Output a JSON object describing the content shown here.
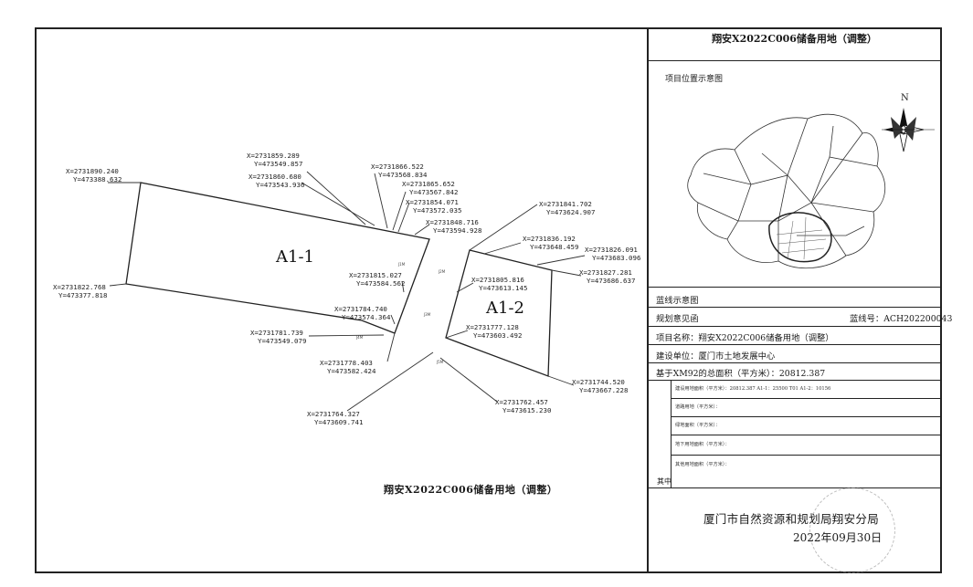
{
  "map_title": "翔安X2022C006储备用地（调整）",
  "parcels": [
    "A1-1",
    "A1-2"
  ],
  "coords": [
    {
      "x": "X=2731890.240",
      "y": "Y=473388.632"
    },
    {
      "x": "X=2731822.768",
      "y": "Y=473377.818"
    },
    {
      "x": "X=2731859.289",
      "y": "Y=473549.857"
    },
    {
      "x": "X=2731860.680",
      "y": "Y=473543.936"
    },
    {
      "x": "X=2731866.522",
      "y": "Y=473568.834"
    },
    {
      "x": "X=2731865.652",
      "y": "Y=473567.842"
    },
    {
      "x": "X=2731854.071",
      "y": "Y=473572.035"
    },
    {
      "x": "X=2731848.716",
      "y": "Y=473594.928"
    },
    {
      "x": "X=2731815.027",
      "y": "Y=473584.562"
    },
    {
      "x": "X=2731784.740",
      "y": "Y=473574.364"
    },
    {
      "x": "X=2731781.739",
      "y": "Y=473549.079"
    },
    {
      "x": "X=2731778.403",
      "y": "Y=473582.424"
    },
    {
      "x": "X=2731764.327",
      "y": "Y=473609.741"
    },
    {
      "x": "X=2731841.702",
      "y": "Y=473624.907"
    },
    {
      "x": "X=2731836.192",
      "y": "Y=473648.459"
    },
    {
      "x": "X=2731826.091",
      "y": "Y=473683.096"
    },
    {
      "x": "X=2731827.281",
      "y": "Y=473686.637"
    },
    {
      "x": "X=2731805.816",
      "y": "Y=473613.145"
    },
    {
      "x": "X=2731777.128",
      "y": "Y=473603.492"
    },
    {
      "x": "X=2731744.520",
      "y": "Y=473667.228"
    },
    {
      "x": "X=2731762.457",
      "y": "Y=473615.230"
    }
  ],
  "panel": {
    "title": "翔安X2022C006储备用地（调整）",
    "location_map_label": "项目位置示意图",
    "north_label": "N",
    "redline_label": "蓝线示意图",
    "opinion_label": "规划意见函",
    "doc_no": "蓝线号：ACH202200043",
    "project_name": "项目名称：翔安X2022C006储备用地（调整）",
    "unit": "建设单位：厦门市土地发展中心",
    "total_area": "基于XM92的总面积（平方米）：20812.387",
    "also_label": "其中",
    "sub_rows": [
      "建设用地面积（平方米）：20812.387  A1-1：25500  T01  A1-2：10156",
      "道路用地（平方米）：",
      "绿地面积（平方米）：",
      "地下用地面积（平方米）：",
      "其他用地面积（平方米）："
    ],
    "authority": "厦门市自然资源和规划局翔安分局",
    "date": "2022年09月30日"
  }
}
